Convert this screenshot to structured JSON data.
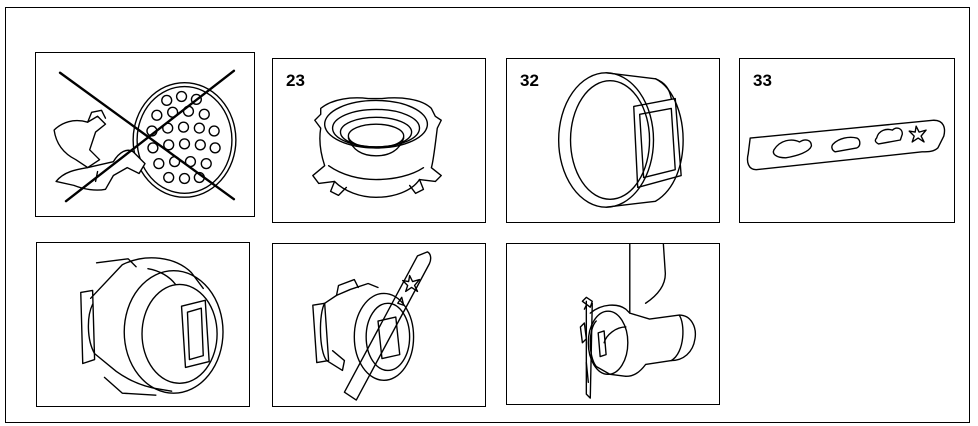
{
  "figures": [
    {
      "id": "no-blade-and-disc",
      "label": ""
    },
    {
      "id": "ring-nut",
      "label": "23"
    },
    {
      "id": "adapter-cap",
      "label": "32"
    },
    {
      "id": "shaping-plate",
      "label": "33"
    },
    {
      "id": "cap-assembled",
      "label": ""
    },
    {
      "id": "cap-with-plate",
      "label": ""
    },
    {
      "id": "mounted-on-head",
      "label": ""
    }
  ]
}
